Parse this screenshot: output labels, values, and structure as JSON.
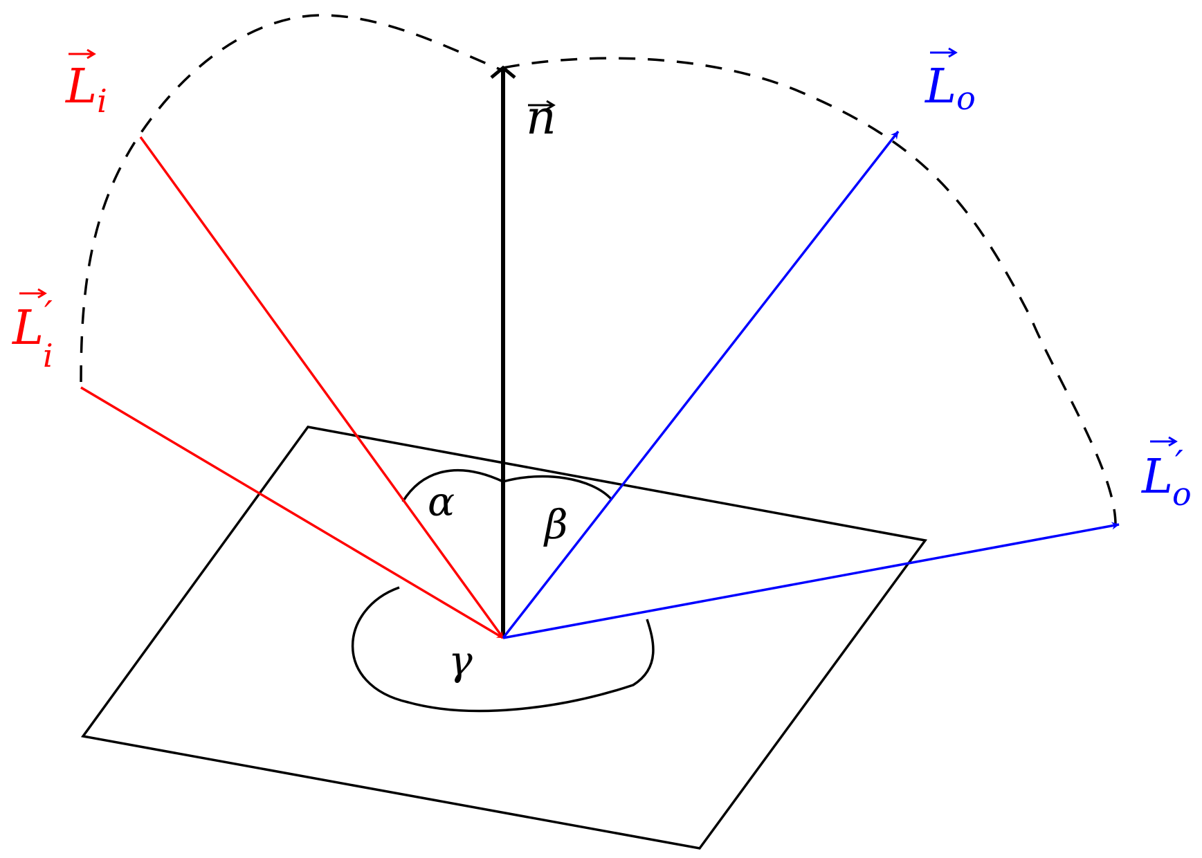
{
  "colors": {
    "incident": "#ff0000",
    "outgoing": "#0000ff",
    "normal": "#000000",
    "surface": "#000000",
    "guide": "#000000"
  },
  "labels": {
    "incident_main": {
      "base": "L",
      "sub": "i",
      "prime": ""
    },
    "incident_prime": {
      "base": "L",
      "sub": "i",
      "prime": "′"
    },
    "outgoing_main": {
      "base": "L",
      "sub": "o",
      "prime": ""
    },
    "outgoing_prime": {
      "base": "L",
      "sub": "o",
      "prime": "′"
    },
    "normal": {
      "base": "n"
    }
  },
  "angles": {
    "alpha": "α",
    "beta": "β",
    "gamma": "γ"
  }
}
